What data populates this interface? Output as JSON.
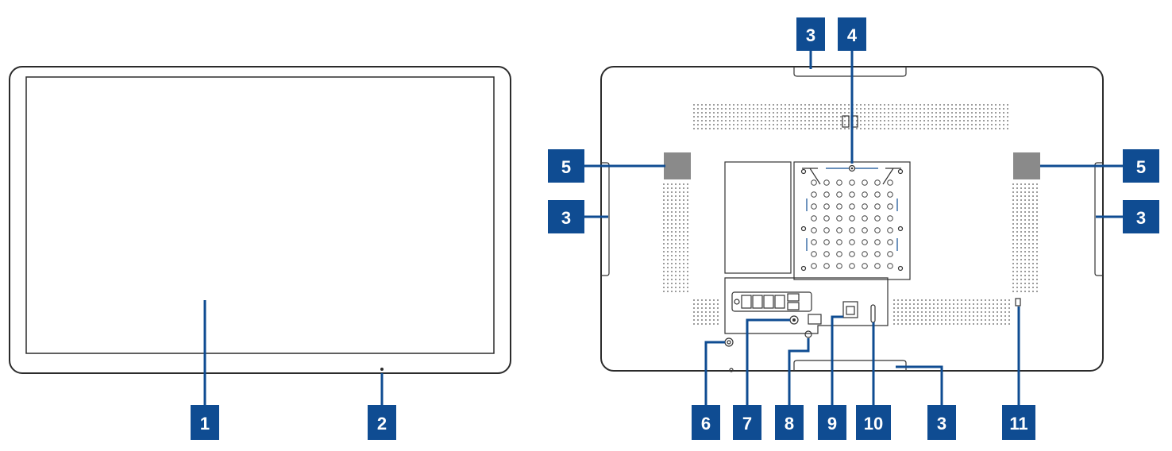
{
  "colors": {
    "callout_bg": "#0f4c92",
    "callout_text": "#ffffff",
    "outline": "#2b2b2b",
    "vent_dot": "#555555"
  },
  "front_view": {
    "callouts": [
      {
        "label": "1",
        "part": "touchscreen display"
      },
      {
        "label": "2",
        "part": "status indicator"
      }
    ]
  },
  "rear_view": {
    "callouts": [
      {
        "label": "3",
        "part": "top edge cutout"
      },
      {
        "label": "4",
        "part": "vesa mount plate"
      },
      {
        "label": "5",
        "part": "left speaker"
      },
      {
        "label": "3",
        "part": "left side cutout"
      },
      {
        "label": "5",
        "part": "right speaker"
      },
      {
        "label": "3",
        "part": "right side cutout"
      },
      {
        "label": "6",
        "part": "power button"
      },
      {
        "label": "7",
        "part": "power jack"
      },
      {
        "label": "8",
        "part": "usb port"
      },
      {
        "label": "9",
        "part": "ethernet port"
      },
      {
        "label": "10",
        "part": "usb-c port"
      },
      {
        "label": "3",
        "part": "bottom edge cutout"
      },
      {
        "label": "11",
        "part": "security lock slot"
      }
    ]
  }
}
